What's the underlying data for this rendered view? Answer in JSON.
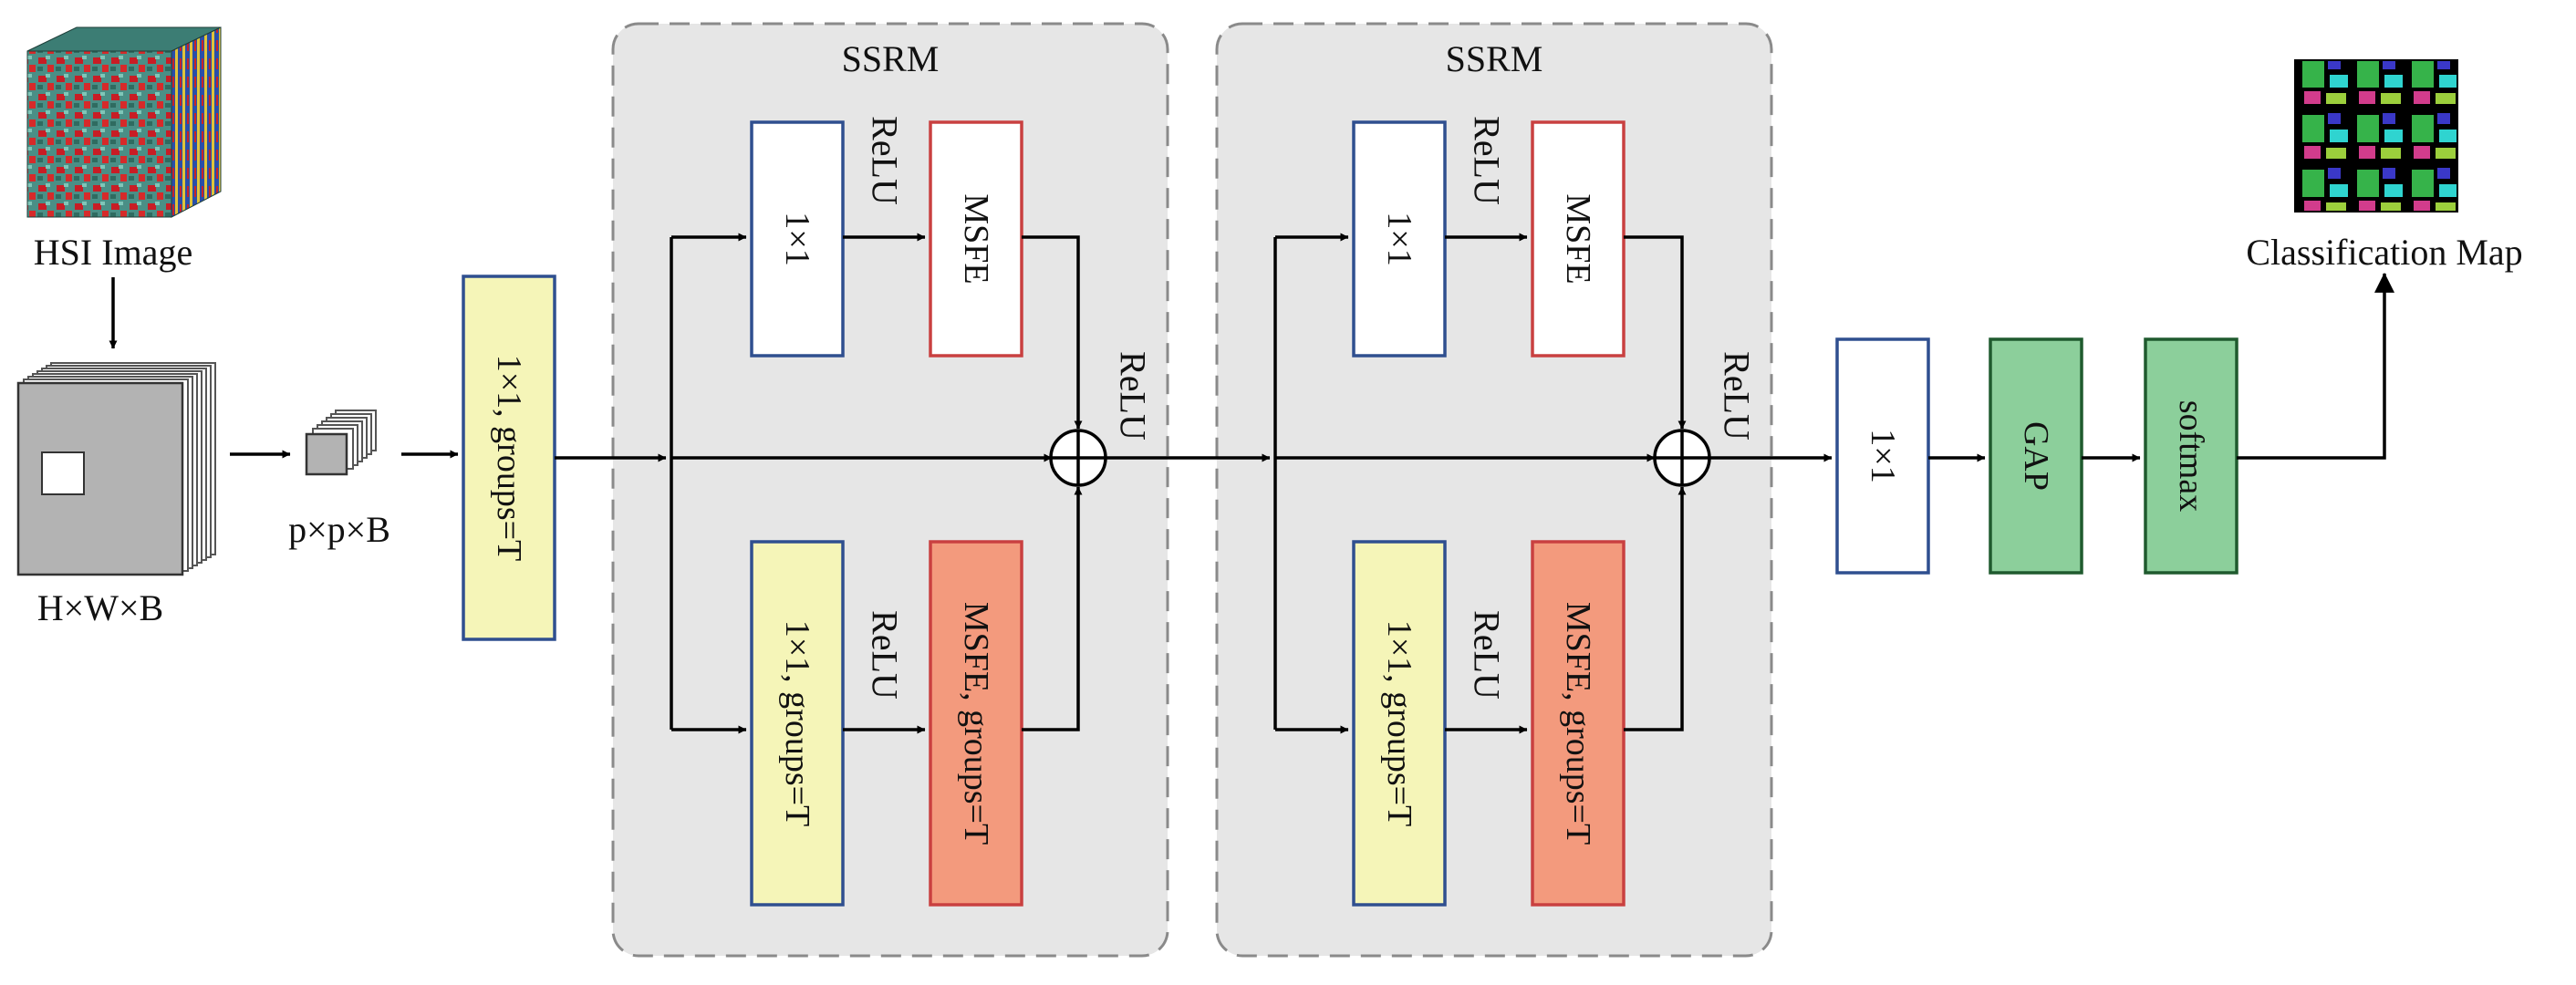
{
  "input": {
    "hsi_label": "HSI Image",
    "cube_label": "H×W×B",
    "patch_label": "p×p×B"
  },
  "stem": {
    "label": "1×1,  groups=T"
  },
  "modules": [
    {
      "title": "SSRM",
      "top_conv": "1×1",
      "top_act": "ReLU",
      "top_msfe": "MSFE",
      "bottom_conv": "1×1,  groups=T",
      "bottom_act": "ReLU",
      "bottom_msfe": "MSFE,  groups=T",
      "sum_act": "ReLU"
    },
    {
      "title": "SSRM",
      "top_conv": "1×1",
      "top_act": "ReLU",
      "top_msfe": "MSFE",
      "bottom_conv": "1×1,  groups=T",
      "bottom_act": "ReLU",
      "bottom_msfe": "MSFE,  groups=T",
      "sum_act": "ReLU"
    }
  ],
  "head": {
    "conv": "1×1",
    "gap": "GAP",
    "softmax": "softmax"
  },
  "output": {
    "label": "Classification Map"
  },
  "colors": {
    "panel_fill": "#e6e6e6",
    "yellow_box": "#f5f5b8",
    "salmon_box": "#f39a7d",
    "green_box": "#8ccf9b",
    "blue_border": "#2f4f8f",
    "red_border": "#c94040"
  }
}
